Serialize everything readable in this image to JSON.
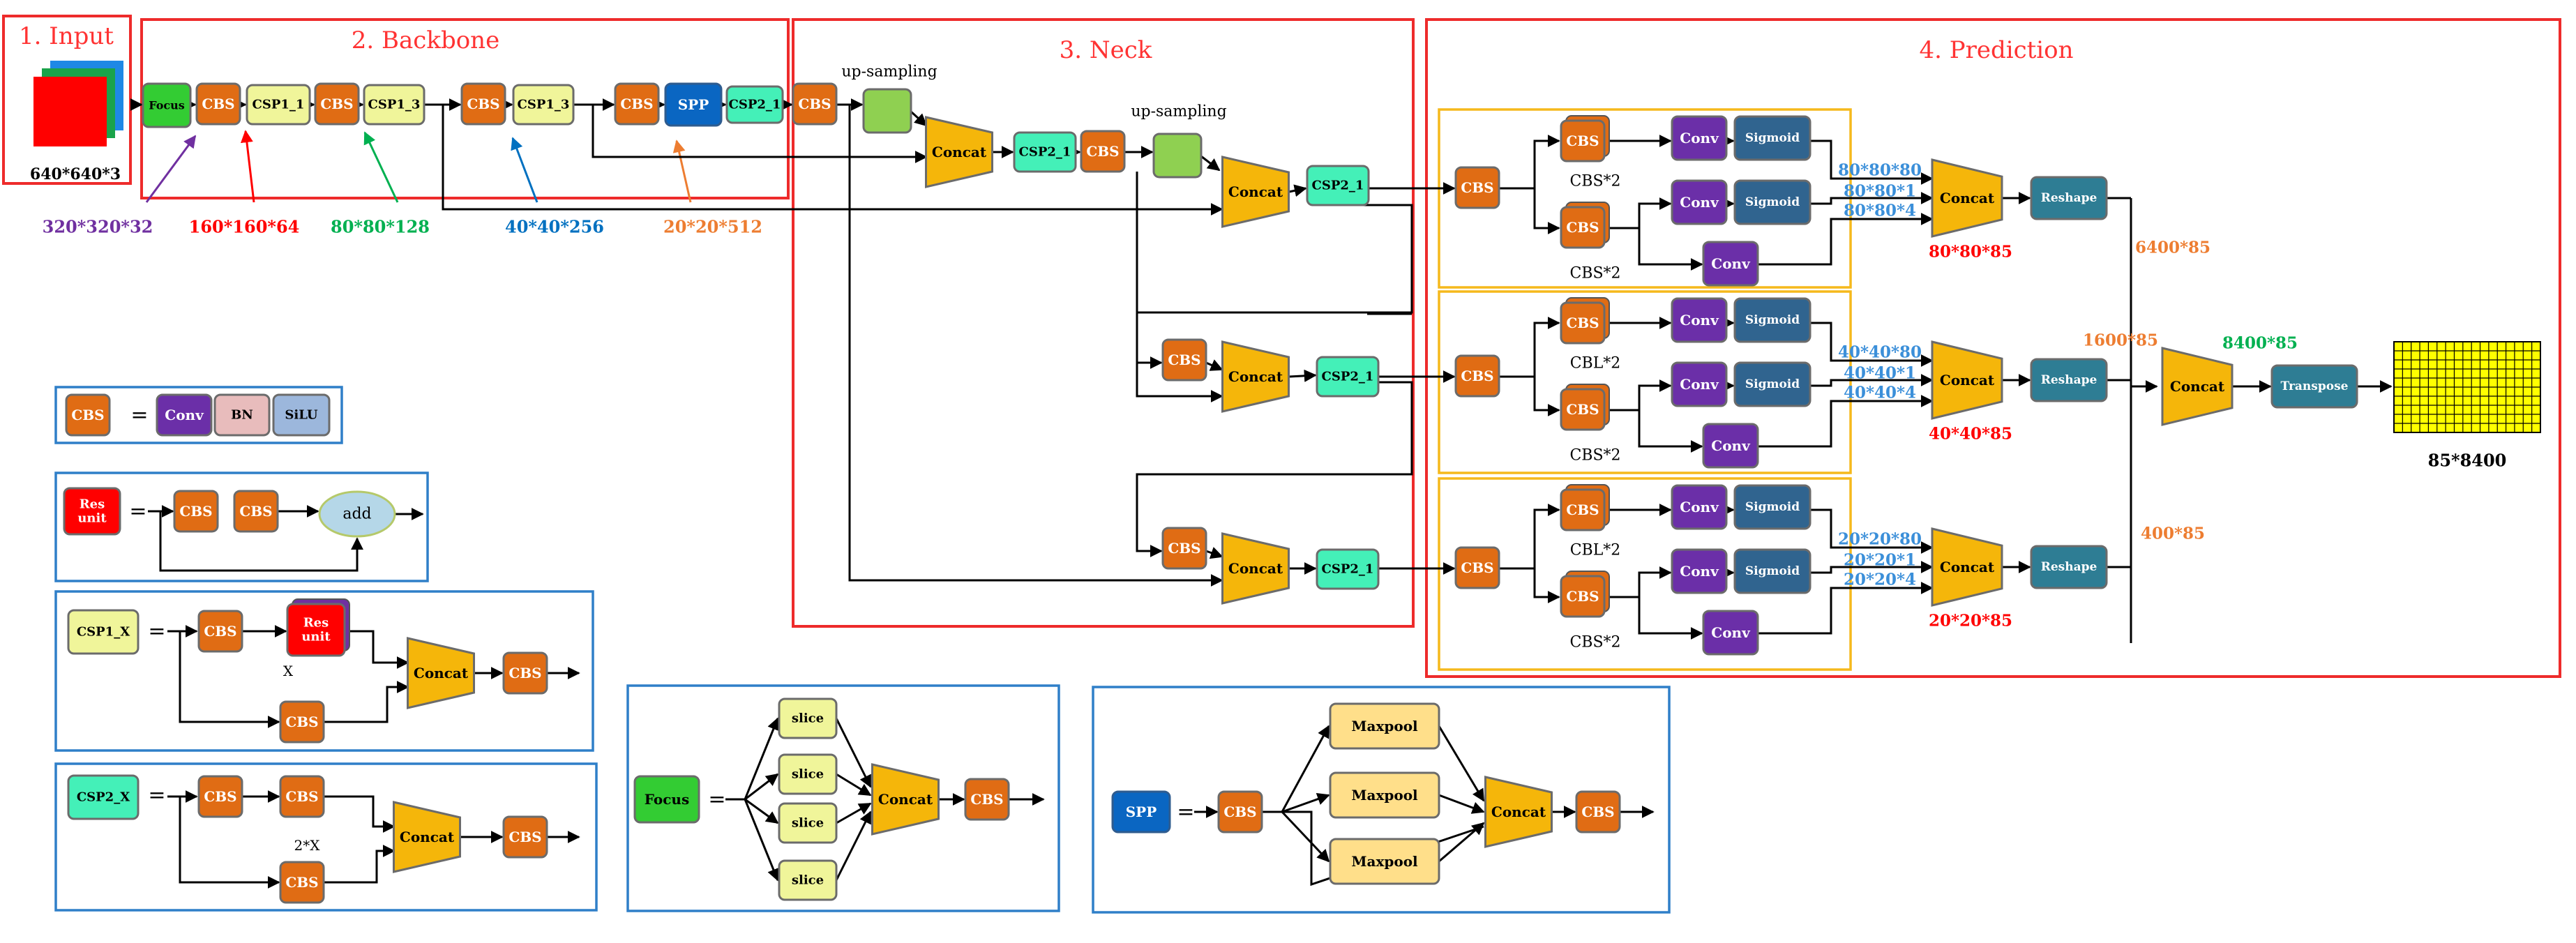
{
  "sections": {
    "input": "1. Input",
    "backbone": "2. Backbone",
    "neck": "3. Neck",
    "prediction": "4. Prediction"
  },
  "blocks": {
    "focus": "Focus",
    "cbs": "CBS",
    "csp1_1": "CSP1_1",
    "csp1_3": "CSP1_3",
    "spp": "SPP",
    "csp2_1": "CSP2_1",
    "concat": "Concat",
    "conv": "Conv",
    "sigmoid": "Sigmoid",
    "reshape": "Reshape",
    "transpose": "Transpose",
    "bn": "BN",
    "silu": "SiLU",
    "add": "add",
    "slice": "slice",
    "maxpool": "Maxpool",
    "res_unit_l1": "Res",
    "res_unit_l2": "unit",
    "csp1_x": "CSP1_X",
    "csp2_x": "CSP2_X"
  },
  "labels": {
    "input_dim": "640*640*3",
    "upsampling": "up-sampling",
    "cbs_x2": "CBS*2",
    "cbl_x2": "CBL*2",
    "x_rep": "X",
    "two_x": "2*X",
    "output_dim": "85*8400",
    "equals": "="
  },
  "backbone_dims": [
    {
      "text": "320*320*32",
      "color": "#7030a0"
    },
    {
      "text": "160*160*64",
      "color": "#ff0000"
    },
    {
      "text": "80*80*128",
      "color": "#00b050"
    },
    {
      "text": "40*40*256",
      "color": "#0070c0"
    },
    {
      "text": "20*20*512",
      "color": "#ed7d31"
    }
  ],
  "head_dims": {
    "h1": [
      "80*80*80",
      "80*80*1",
      "80*80*4"
    ],
    "h2": [
      "40*40*80",
      "40*40*1",
      "40*40*4"
    ],
    "h3": [
      "20*20*80",
      "20*20*1",
      "20*20*4"
    ]
  },
  "concat_dims": [
    "80*80*85",
    "40*40*85",
    "20*20*85"
  ],
  "reshape_dims": [
    "6400*85",
    "1600*85",
    "400*85"
  ],
  "final_dim": "8400*85",
  "colors": {
    "section_border": "#ee2b2b",
    "section_title": "#ff3333",
    "legend_border": "#2f7fc8",
    "head_border": "#f5b91c",
    "cbs": "#e06c14",
    "csp1": "#f0f59a",
    "csp2": "#44f0b8",
    "focus": "#33cc33",
    "spp": "#0a66c2",
    "conv": "#6b2fa8",
    "sigmoid": "#30648f",
    "reshape": "#2e7d94",
    "concat": "#f5b60a",
    "upsample": "#8fd051",
    "res": "#ff0000",
    "bn": "#e8bcbc",
    "silu": "#9cb7dc",
    "maxpool": "#ffdf8a",
    "slice": "#f0f59a",
    "add": "#b5d7e8",
    "dim_blue": "#3b8fd9",
    "dim_red": "#ff0000",
    "dim_orange": "#ed7d31",
    "dim_green": "#00b050"
  }
}
